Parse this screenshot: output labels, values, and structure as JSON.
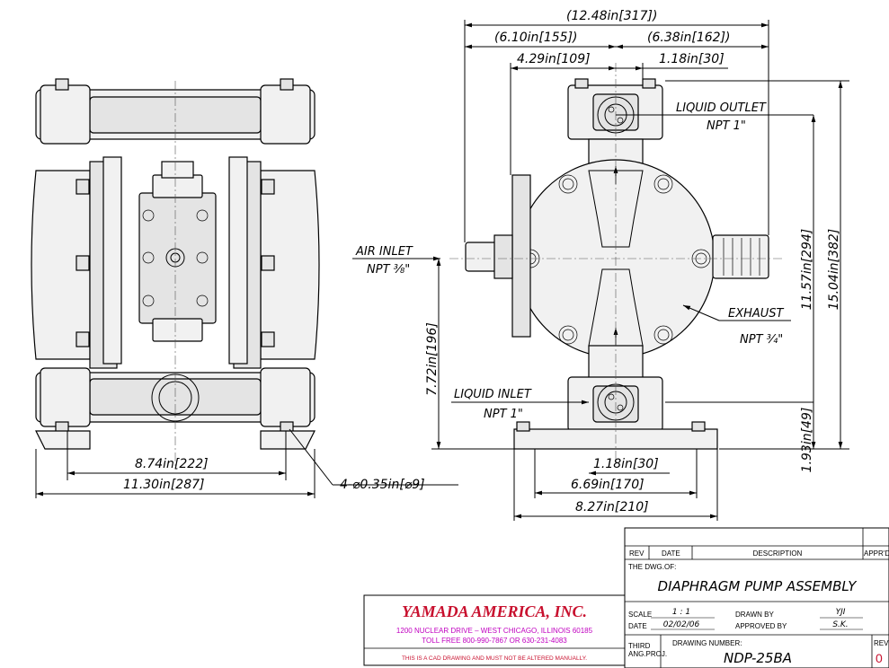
{
  "dimensions": {
    "overall_width": "(12.48in[317])",
    "left_half": "(6.10in[155])",
    "right_half": "(6.38in[162])",
    "air_offset": "4.29in[109]",
    "outlet_offset": "1.18in[30]",
    "height_inlet_center": "7.72in[196]",
    "height_outlet_center": "11.57in[294]",
    "overall_height": "15.04in[382]",
    "base_height": "1.93in[49]",
    "mount_spacing_front": "8.74in[222]",
    "overall_width_front": "11.30in[287]",
    "mount_holes": "4-⌀0.35in[⌀9]",
    "inlet_offset": "1.18in[30]",
    "mount_spacing_side": "6.69in[170]",
    "overall_depth_side": "8.27in[210]"
  },
  "callouts": {
    "liquid_outlet_title": "LIQUID OUTLET",
    "liquid_outlet_size": "NPT 1\"",
    "air_inlet_title": "AIR INLET",
    "air_inlet_size": "NPT ⅜\"",
    "exhaust_title": "EXHAUST",
    "exhaust_size": "NPT ¾\"",
    "liquid_inlet_title": "LIQUID INLET",
    "liquid_inlet_size": "NPT 1\""
  },
  "company": {
    "name": "YAMADA AMERICA, INC.",
    "address": "1200 NUCLEAR DRIVE – WEST CHICAGO, ILLINOIS 60185",
    "phone": "TOLL FREE 800-990-7867 OR 630-231-4083",
    "warning": "THIS IS A CAD DRAWING AND MUST NOT BE ALTERED MANUALLY."
  },
  "title_block": {
    "rev_header": "REV",
    "date_header": "DATE",
    "description_header": "DESCRIPTION",
    "appr_header": "APPR'D",
    "dwg_of_label": "THE DWG.OF:",
    "dwg_title": "DIAPHRAGM PUMP ASSEMBLY",
    "scale_label": "SCALE",
    "scale_value": "1 : 1",
    "date_label": "DATE",
    "date_value": "02/02/06",
    "drawn_by_label": "DRAWN BY",
    "drawn_by_value": "YJI",
    "approved_by_label": "APPROVED BY",
    "approved_by_value": "S.K.",
    "projection_line1": "THIRD",
    "projection_line2": "ANG.PROJ.",
    "drawing_number_label": "DRAWING NUMBER:",
    "drawing_number": "NDP-25BA",
    "rev_label": "REV",
    "rev_value": "0"
  }
}
